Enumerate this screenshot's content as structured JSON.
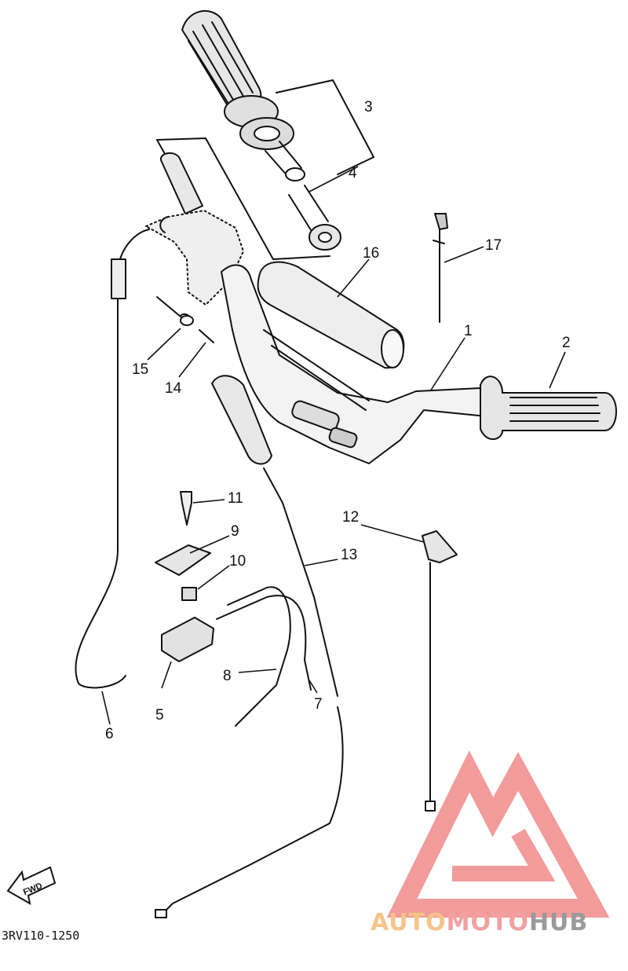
{
  "diagram_code": "3RV110-1250",
  "fwd_label": "FWD",
  "callouts": [
    {
      "id": "c1",
      "text": "1"
    },
    {
      "id": "c2",
      "text": "2"
    },
    {
      "id": "c3",
      "text": "3"
    },
    {
      "id": "c4",
      "text": "4"
    },
    {
      "id": "c5",
      "text": "5"
    },
    {
      "id": "c6",
      "text": "6"
    },
    {
      "id": "c7",
      "text": "7"
    },
    {
      "id": "c8",
      "text": "8"
    },
    {
      "id": "c9",
      "text": "9"
    },
    {
      "id": "c10",
      "text": "10"
    },
    {
      "id": "c11",
      "text": "11"
    },
    {
      "id": "c12",
      "text": "12"
    },
    {
      "id": "c13",
      "text": "13"
    },
    {
      "id": "c14",
      "text": "14"
    },
    {
      "id": "c15",
      "text": "15"
    },
    {
      "id": "c16",
      "text": "16"
    },
    {
      "id": "c17",
      "text": "17"
    }
  ],
  "watermark": {
    "brand_auto": "AUTO",
    "brand_moto": "MOTO",
    "brand_hub": "HUB",
    "color_auto": "#f6c48a",
    "color_moto": "#f2a0a0",
    "color_hub": "#9a9a9a",
    "color_logo": "#f08a8a"
  }
}
